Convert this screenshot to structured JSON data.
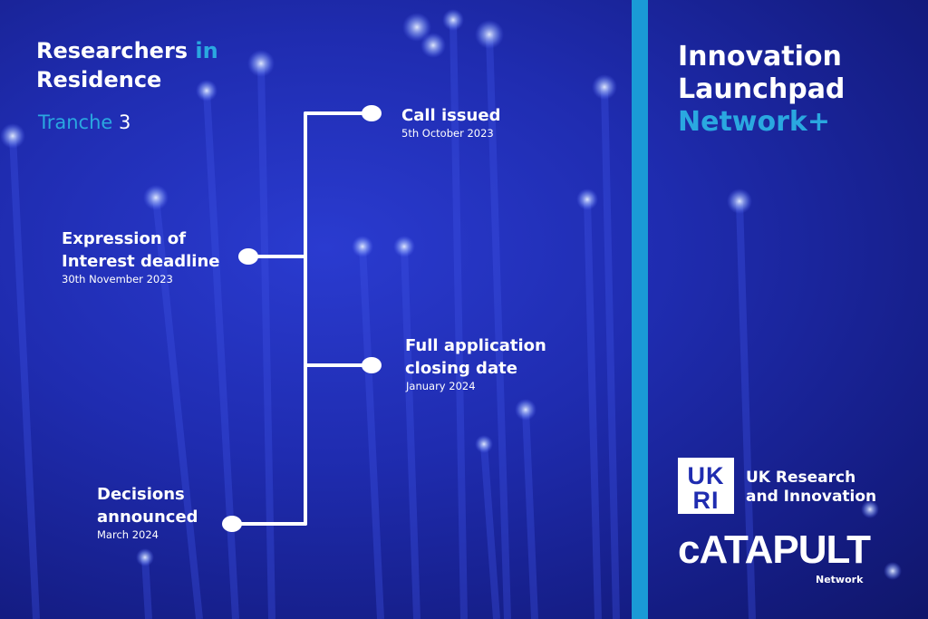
{
  "title": {
    "part1": "Researchers",
    "accent": "in",
    "line2": "Residence"
  },
  "tranche": {
    "label": "Tranche",
    "number": "3"
  },
  "milestones": [
    {
      "title_lines": [
        "Call issued"
      ],
      "date": "5th October 2023"
    },
    {
      "title_lines": [
        "Expression of",
        "Interest deadline"
      ],
      "date": "30th November 2023"
    },
    {
      "title_lines": [
        "Full application",
        "closing date"
      ],
      "date": "January 2024"
    },
    {
      "title_lines": [
        "Decisions",
        "announced"
      ],
      "date": "March 2024"
    }
  ],
  "programme": {
    "line1": "Innovation",
    "line2": "Launchpad",
    "line3": "Network+"
  },
  "ukri": {
    "logo_letters": "UKRI",
    "name_line1": "UK Research",
    "name_line2": "and Innovation"
  },
  "catapult": {
    "logo_text": "cATAPULT",
    "sub": "Network"
  },
  "colors": {
    "background": "#1f2cb0",
    "accent": "#2aa8e0",
    "divider": "#1a9ad6",
    "text": "#ffffff"
  }
}
